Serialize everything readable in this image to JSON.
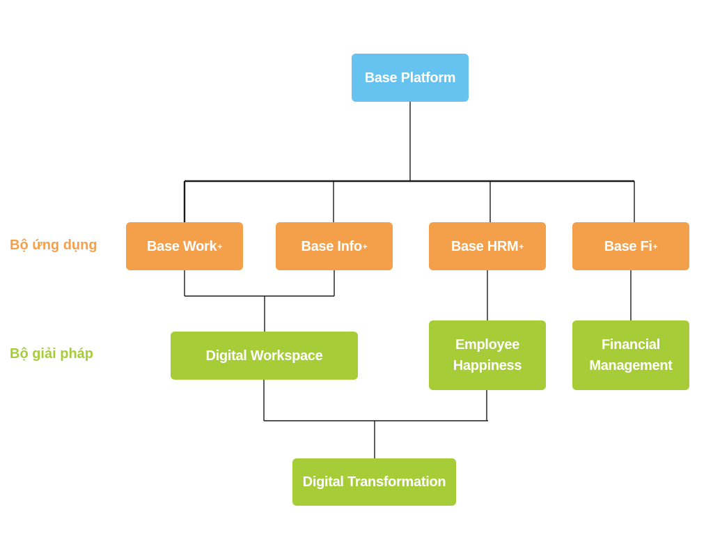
{
  "colors": {
    "platform": "#66c2ef",
    "application": "#f4a04a",
    "solution": "#a6cd38",
    "connector": "#1a1a1a"
  },
  "row_labels": {
    "applications": "Bộ ứng dụng",
    "solutions": "Bộ giải pháp"
  },
  "nodes": {
    "base_platform": "Base Platform",
    "base_work": {
      "name": "Base Work",
      "suffix": "+"
    },
    "base_info": {
      "name": "Base Info",
      "suffix": "+"
    },
    "base_hrm": {
      "name": "Base HRM",
      "suffix": "+"
    },
    "base_fi": {
      "name": "Base Fi",
      "suffix": "+"
    },
    "digital_workspace": "Digital Workspace",
    "employee_happiness": "Employee\nHappiness",
    "financial_management": "Financial\nManagement",
    "digital_transformation": "Digital Transformation"
  }
}
